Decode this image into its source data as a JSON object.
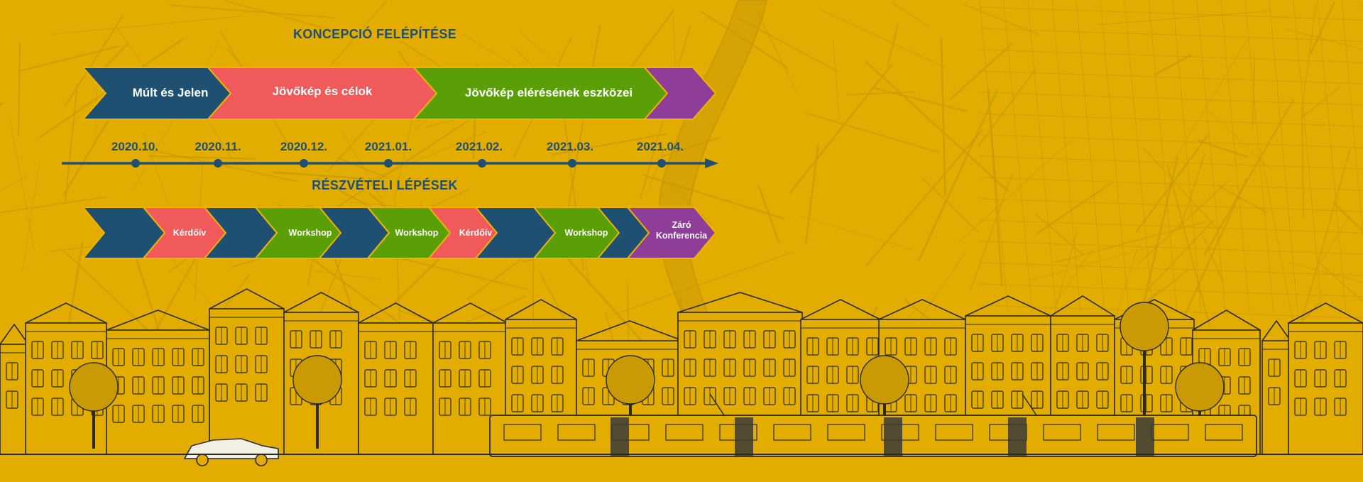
{
  "colors": {
    "background": "#e2ad00",
    "map_lines": "#c99a06",
    "navy": "#1f5072",
    "coral": "#f05a5a",
    "green": "#5a9f07",
    "purple": "#8e3d98",
    "white": "#ffffff",
    "outline": "#2a2a2a"
  },
  "concept": {
    "title": "KONCEPCIÓ FELÉPÍTÉSE",
    "phases": [
      {
        "label": "Múlt és Jelen",
        "color": "navy"
      },
      {
        "label": "Jövőkép és célok",
        "color": "coral"
      },
      {
        "label": "Jövőkép elérésének eszközei",
        "color": "green"
      },
      {
        "label": "",
        "color": "purple"
      }
    ]
  },
  "timeline": {
    "dates": [
      "2020.10.",
      "2020.11.",
      "2020.12.",
      "2021.01.",
      "2021.02.",
      "2021.03.",
      "2021.04."
    ]
  },
  "participation": {
    "title": "RÉSZVÉTELI LÉPÉSEK",
    "steps": [
      {
        "label": "",
        "color": "navy"
      },
      {
        "label": "Kérdőív",
        "color": "coral"
      },
      {
        "label": "",
        "color": "navy"
      },
      {
        "label": "Workshop",
        "color": "green"
      },
      {
        "label": "",
        "color": "navy"
      },
      {
        "label": "Workshop",
        "color": "green"
      },
      {
        "label": "Kérdőív",
        "color": "coral"
      },
      {
        "label": "",
        "color": "navy"
      },
      {
        "label": "Workshop",
        "color": "green"
      },
      {
        "label": "",
        "color": "navy"
      },
      {
        "label": "Záró\nKonferencia",
        "color": "purple"
      }
    ]
  },
  "illustration": {
    "description_icon": "city-street-icon"
  }
}
